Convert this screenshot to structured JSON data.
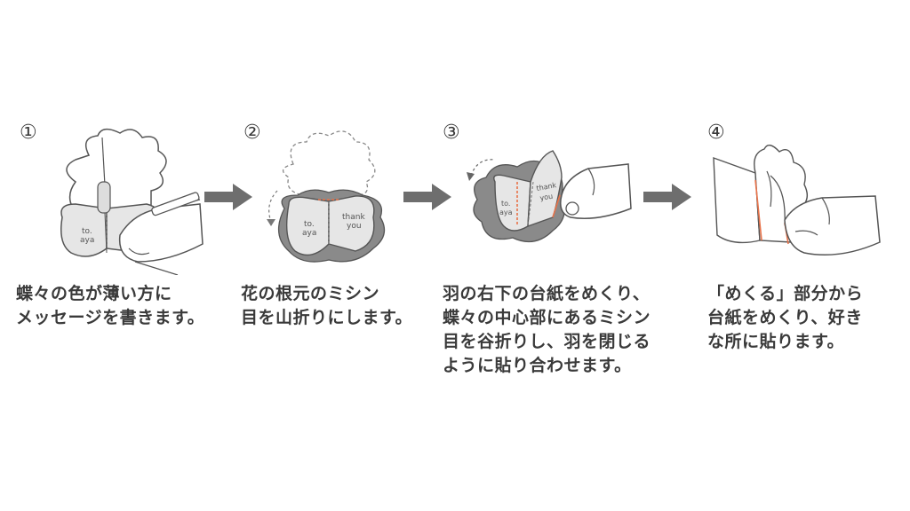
{
  "steps": [
    {
      "number": "①",
      "wing_text": "to.\naya",
      "lines": [
        "蝶々の色が薄い方に",
        "メッセージを書きます。"
      ]
    },
    {
      "number": "②",
      "wing_text_left": "to.\naya",
      "wing_text_right": "thank\nyou",
      "lines": [
        "花の根元のミシン",
        "目を山折りにします。"
      ]
    },
    {
      "number": "③",
      "wing_text_left": "to.\naya",
      "wing_text_right": "thank\nyou",
      "lines": [
        "羽の右下の台紙をめくり、",
        "蝶々の中心部にあるミシン",
        "目を谷折りし、羽を閉じる",
        "ように貼り合わせます。"
      ]
    },
    {
      "number": "④",
      "lines": [
        "「めくる」部分から",
        "台紙をめくり、好き",
        "な所に貼ります。"
      ]
    }
  ],
  "colors": {
    "line": "#555555",
    "shade": "#8a8a8a",
    "fold_accent": "#e8734a",
    "arrow": "#6e6e6e"
  }
}
